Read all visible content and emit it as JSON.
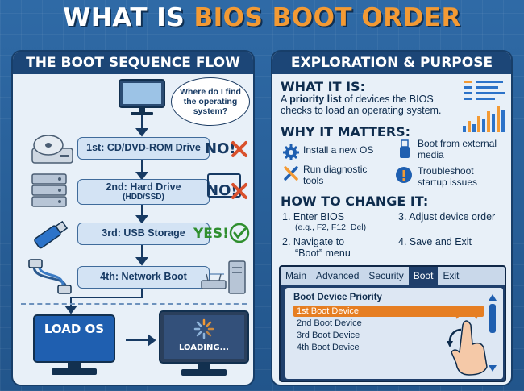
{
  "title": {
    "prefix": "WHAT IS ",
    "accent": "BIOS BOOT ORDER"
  },
  "left": {
    "header": "THE BOOT SEQUENCE FLOW",
    "bubble": "Where do I find the operating system?",
    "steps": [
      {
        "label": "1st: CD/DVD-ROM Drive",
        "sub": "",
        "verdict": "NO!"
      },
      {
        "label": "2nd: Hard Drive",
        "sub": "(HDD/SSD)",
        "verdict": "NO!"
      },
      {
        "label": "3rd: USB Storage",
        "sub": "",
        "verdict": "YES!"
      },
      {
        "label": "4th: Network Boot",
        "sub": "",
        "verdict": ""
      }
    ],
    "load_os": "LOAD OS",
    "loading": "LOADING..."
  },
  "right": {
    "header": "EXPLORATION & PURPOSE",
    "what_heading": "WHAT IT IS:",
    "what_pre": "A ",
    "what_bold": "priority list",
    "what_post": " of devices the BIOS checks to load an operating system.",
    "why_heading": "WHY IT MATTERS:",
    "matters": [
      "Install a new OS",
      "Boot from external media",
      "Run diagnostic tools",
      "Troubleshoot startup issues"
    ],
    "how_heading": "HOW TO CHANGE IT:",
    "steps": [
      {
        "title": "1. Enter BIOS",
        "sub": "(e.g., F2, F12, Del)"
      },
      {
        "title": "2. Navigate to",
        "sub": "“Boot” menu"
      },
      {
        "title": "3. Adjust device order",
        "sub": ""
      },
      {
        "title": "4. Save and Exit",
        "sub": ""
      }
    ],
    "bios": {
      "tabs": [
        "Main",
        "Advanced",
        "Security",
        "Boot",
        "Exit"
      ],
      "active_tab": "Boot",
      "heading": "Boot Device Priority",
      "rows": [
        "1st Boot Device",
        "2nd Boot Device",
        "3rd Boot Device",
        "4th Boot Device"
      ]
    }
  },
  "colors": {
    "accent": "#f39a34",
    "navy": "#1c4677",
    "green": "#2f8f2f",
    "red": "#d9512c"
  }
}
